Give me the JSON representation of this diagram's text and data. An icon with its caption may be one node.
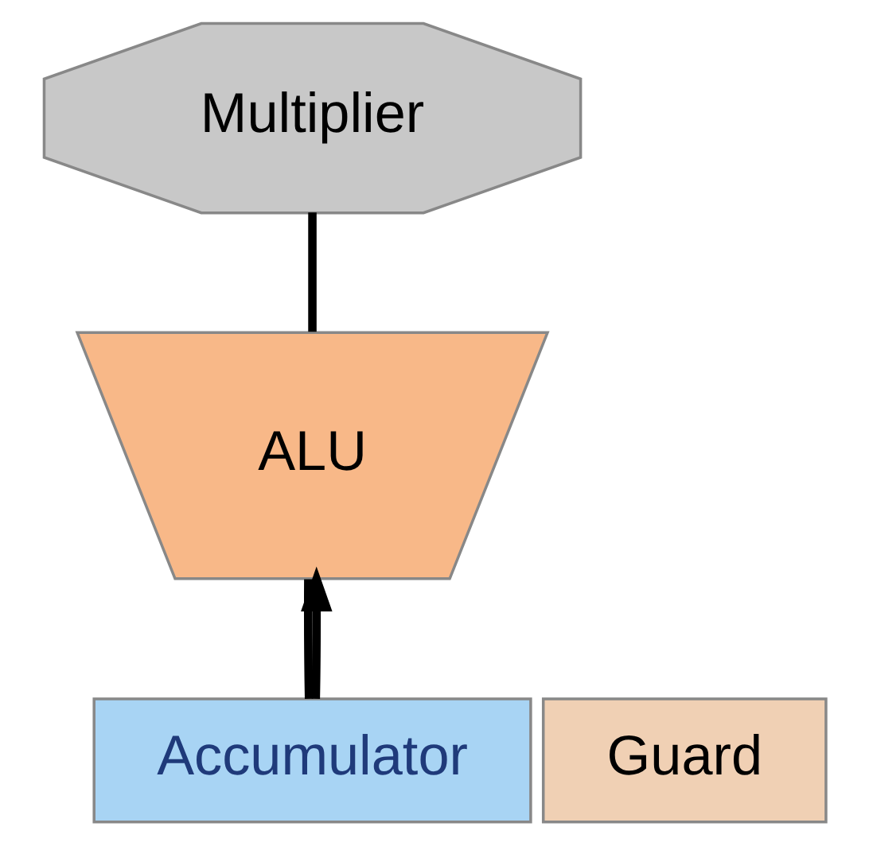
{
  "diagram": {
    "nodes": [
      {
        "text": [
          "Multiplier"
        ]
      },
      {
        "text": [
          "ALU"
        ]
      },
      {
        "text": [
          "Accumulator"
        ]
      },
      {
        "text": [
          "Guard"
        ]
      }
    ],
    "edges": [
      {
        "from": 0,
        "to": 1,
        "arrow": "none"
      },
      {
        "from": 2,
        "to": 1,
        "arrow": "to"
      },
      {
        "from": 1,
        "to": 2,
        "arrow": "none"
      }
    ]
  }
}
